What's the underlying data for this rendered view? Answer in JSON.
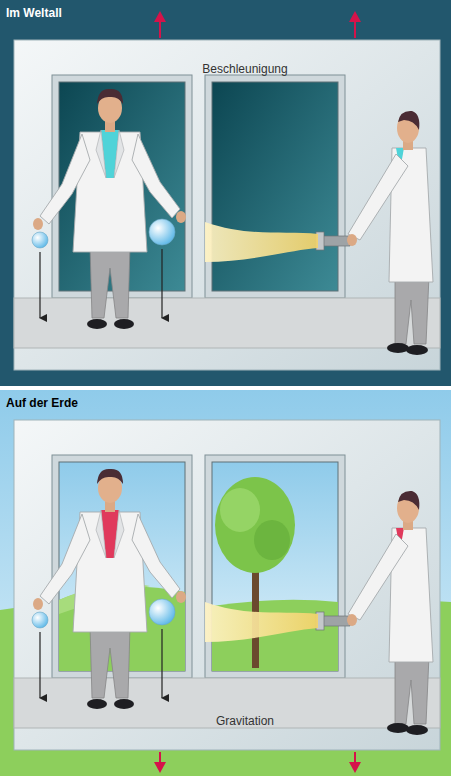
{
  "diagram": {
    "nodes": [
      {
        "text": [
          "Im Weltall"
        ]
      },
      {
        "text": [
          "Beschleunigung"
        ],
        "in": 0
      },
      {
        "text": [
          "Auf der Erde"
        ]
      },
      {
        "text": [
          "Gravitation"
        ],
        "in": 2
      }
    ]
  }
}
